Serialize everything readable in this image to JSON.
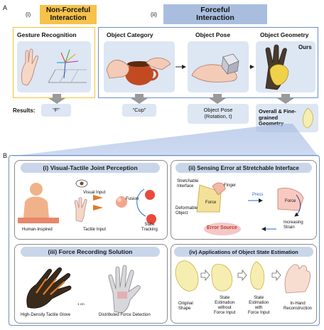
{
  "partA": {
    "letter": "A",
    "i_tag": "(i)",
    "ii_tag": "(ii)",
    "nonforceful_line1": "Non-Forceful",
    "nonforceful_line2": "Interaction",
    "forceful_line1": "Forceful",
    "forceful_line2": "Interaction",
    "gesture_title": "Gesture Recognition",
    "category_title": "Object Category",
    "pose_title": "Object Pose",
    "geometry_title": "Object Geometry",
    "ours": "Ours",
    "results_label": "Results:",
    "result_f": "“F”",
    "result_cup": "“Cup”",
    "result_pose_line1": "Object Pose",
    "result_pose_line2": "(Rotation, t)",
    "result_geom_line1": "Overall & Fine-",
    "result_geom_line2": "grained",
    "result_geom_line3": "Geometry"
  },
  "partB": {
    "letter": "B",
    "p1": {
      "title": "(i) Visual-Tactile Joint Perception",
      "visual_input": "Visual Input",
      "fusion": "Fusion",
      "human_inspired": "Human-Inspired",
      "tactile_input": "Tactile Input",
      "state_line1": "State",
      "state_line2": "Tracking"
    },
    "p2": {
      "title": "(ii) Sensing Error at Stretchable Interface",
      "stretchable_line1": "Stretchable",
      "stretchable_line2": "Interface",
      "finger": "Finger",
      "force_left": "Force",
      "deformable_line1": "Deformable",
      "deformable_line2": "Object",
      "press": "Press",
      "force_right": "Force",
      "increasing_line1": "Increasing",
      "increasing_line2": "Strain",
      "error_source": "Error Source"
    },
    "p3": {
      "title": "(iii) Force Recording Solution",
      "scale": "1 cm",
      "glove_caption": "High-Density Tactile Glove",
      "distributed_caption": "Distributed Force Detection"
    },
    "p4": {
      "title": "(iv) Applications of Object State Estimation",
      "c1_line1": "Original",
      "c1_line2": "Shape",
      "c2_line1": "State",
      "c2_line2": "Estimation",
      "c2_line3": "without",
      "c2_line4": "Force Input",
      "c3_line1": "State",
      "c3_line2": "Estimation",
      "c3_line3": "with",
      "c3_line4": "Force Input",
      "c4_line1": "In-Hand",
      "c4_line2": "Reconstruction"
    }
  },
  "colors": {
    "yellow_header": "#f6c24a",
    "yellow_frame": "#f3c13a",
    "blue_header": "#a9bedf",
    "blue_frame": "#6f8fc6",
    "card": "#dde6f3",
    "gray_arrow": "#9a9a9a",
    "error_pill": "#f4c7c7"
  }
}
